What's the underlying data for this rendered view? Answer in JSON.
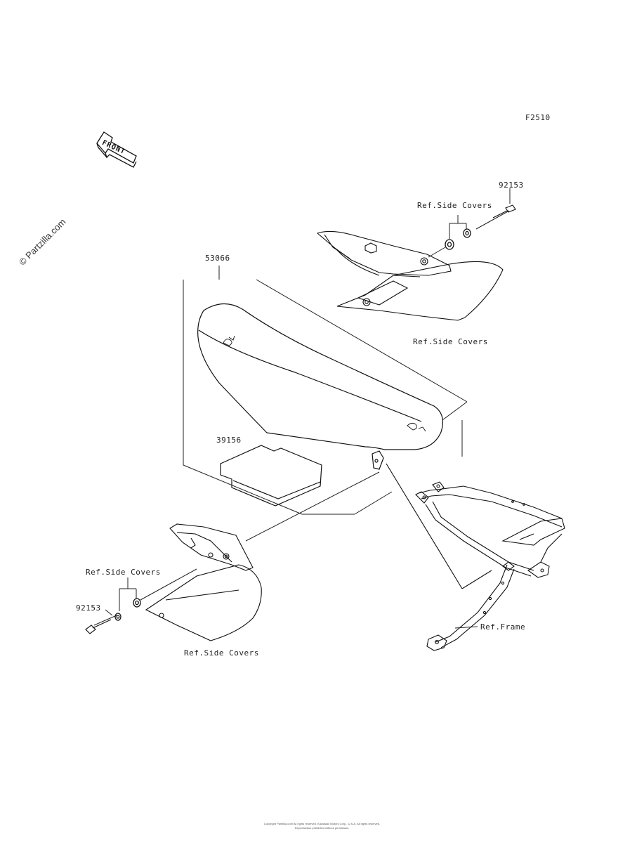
{
  "diagram_id": "F2510",
  "watermark": "© Partzilla.com",
  "front_label": "FRONT",
  "parts": {
    "seat": "53066",
    "seat_pad": "39156",
    "bolt_top": "92153",
    "bolt_bottom": "92153"
  },
  "refs": {
    "side_covers_top_hw": "Ref.Side Covers",
    "side_covers_top": "Ref.Side Covers",
    "side_covers_bottom_hw": "Ref.Side Covers",
    "side_covers_bottom": "Ref.Side Covers",
    "frame": "Ref.Frame"
  },
  "footer": {
    "line1": "Copyright Partzilla.com All rights reserved. Kawasaki Motors Corp., U.S.A. All rights reserved.",
    "line2": "Reproduction prohibited without permission."
  }
}
